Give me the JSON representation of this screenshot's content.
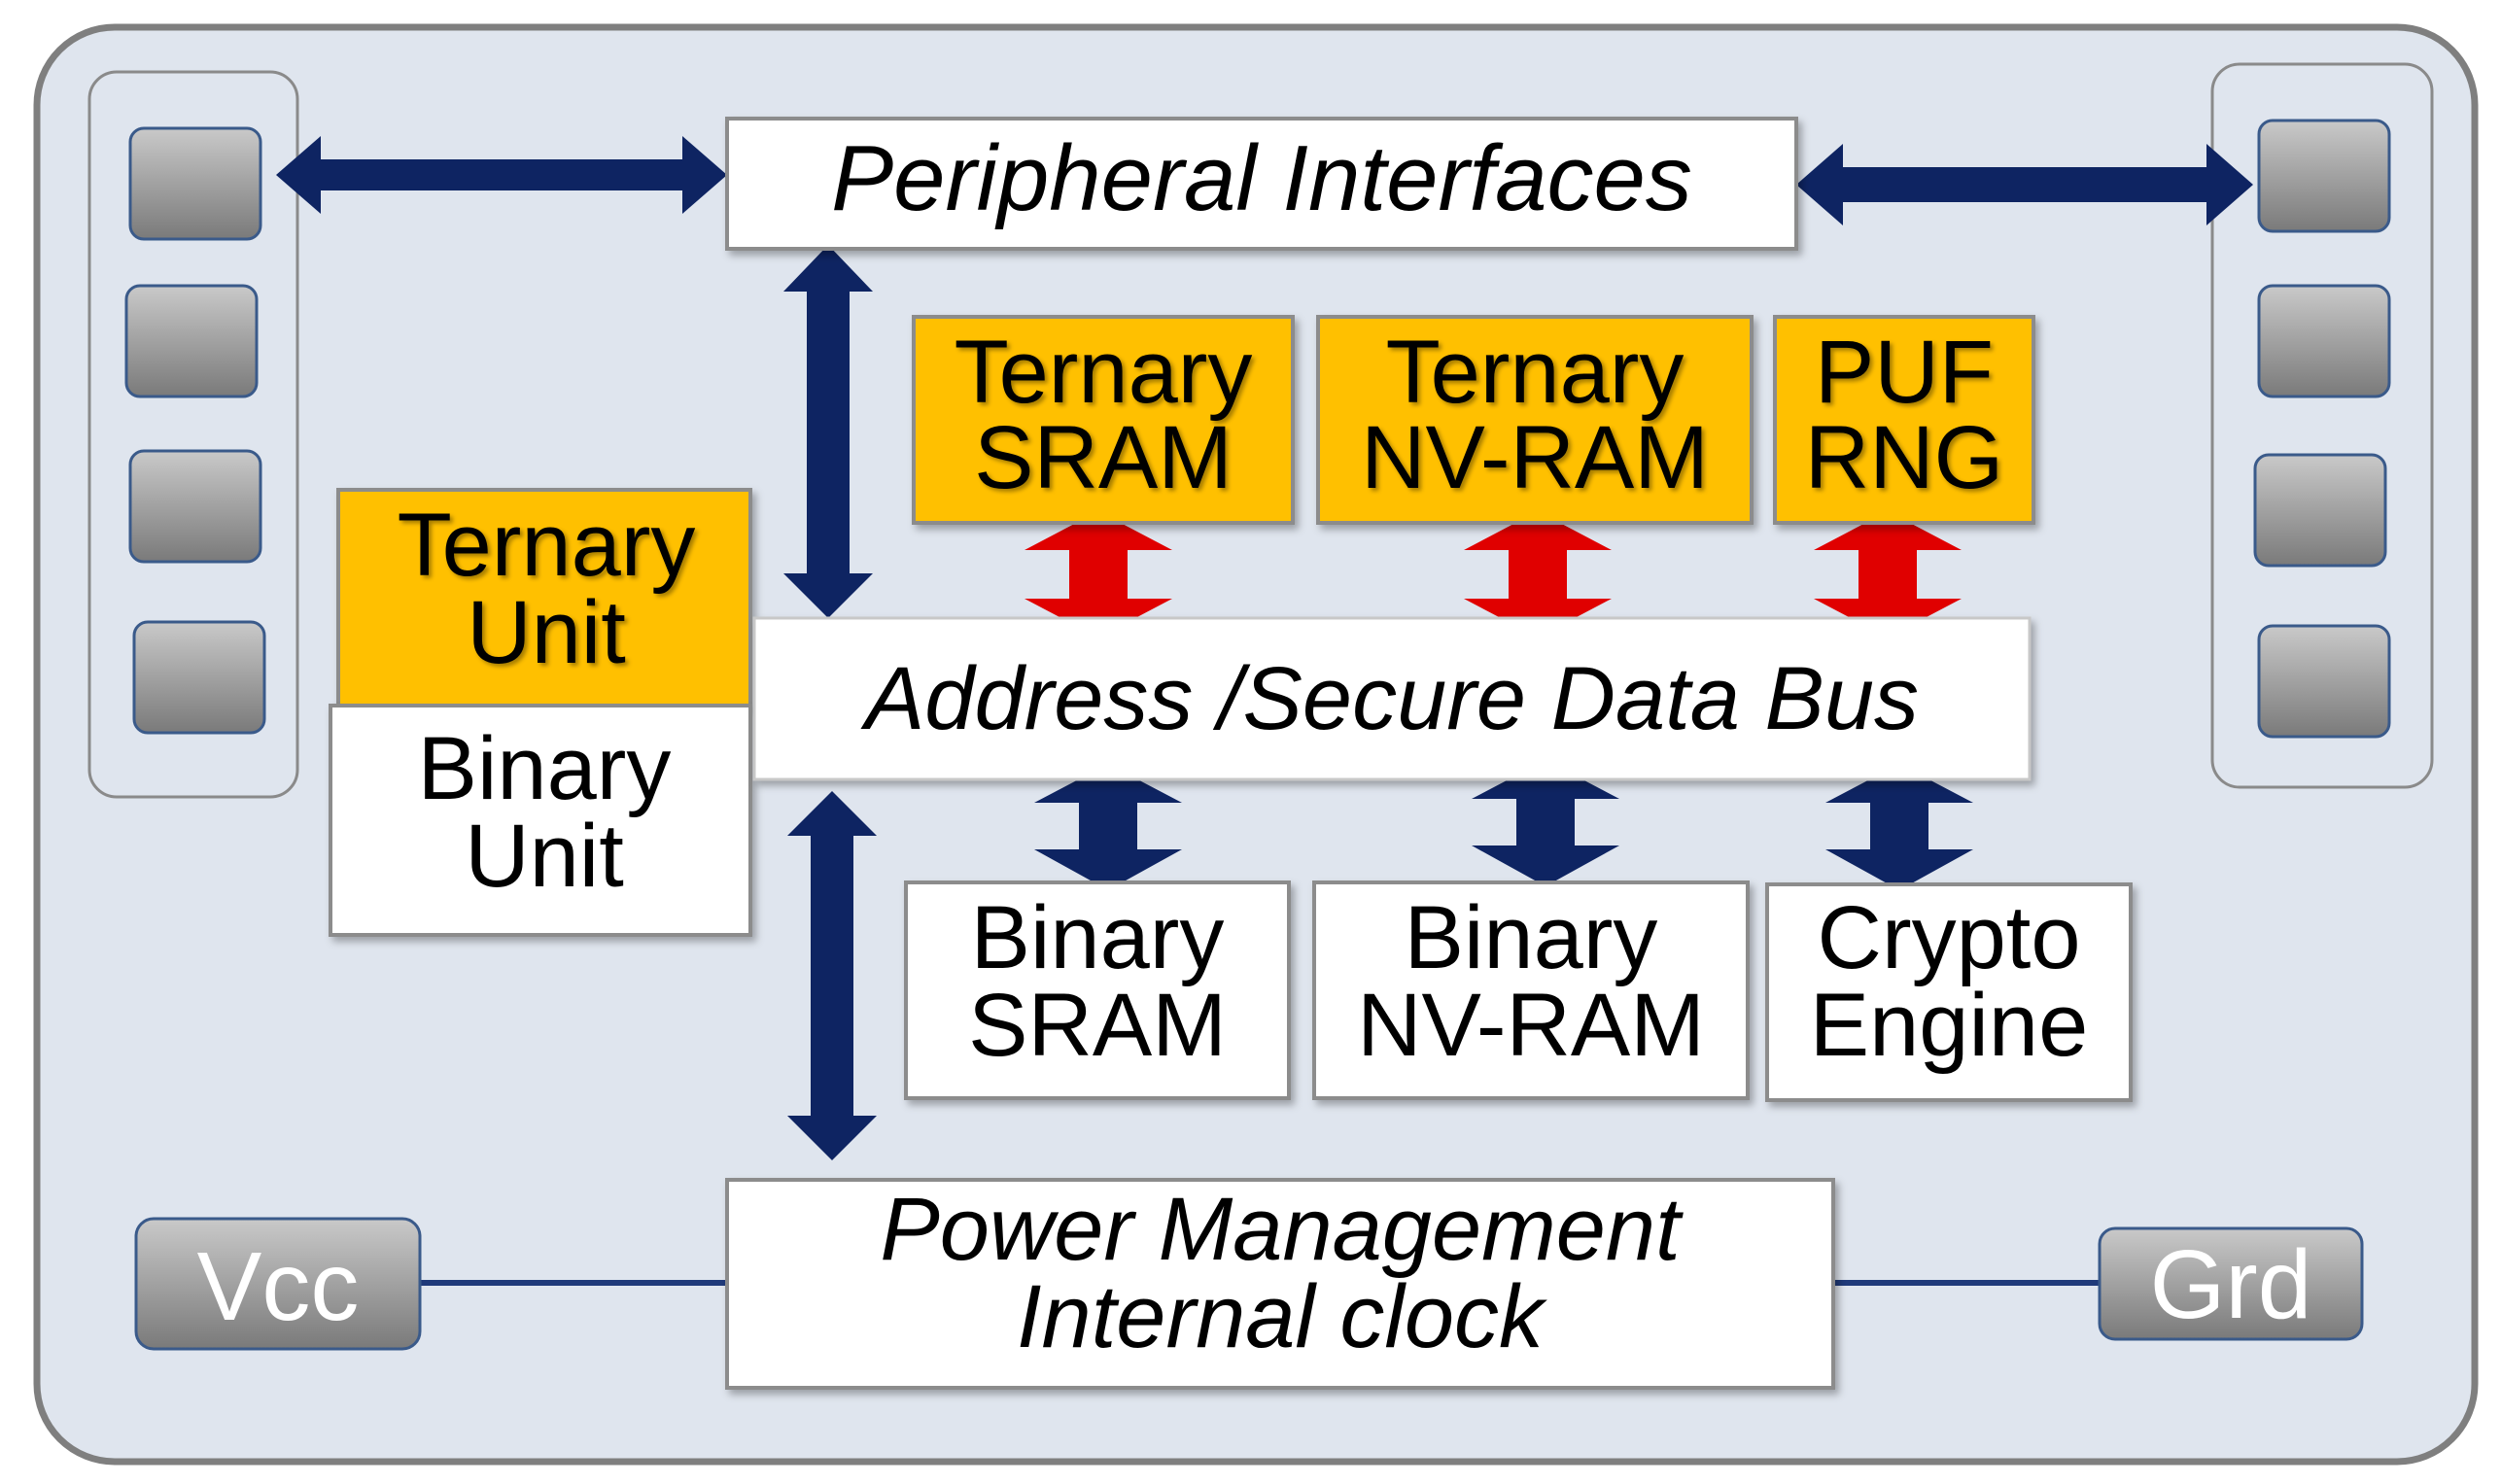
{
  "diagram": {
    "peripheral_interfaces": "Peripheral Interfaces",
    "ternary_sram": {
      "line1": "Ternary",
      "line2": "SRAM"
    },
    "ternary_nvram": {
      "line1": "Ternary",
      "line2": "NV-RAM"
    },
    "puf_rng": {
      "line1": "PUF",
      "line2": "RNG"
    },
    "ternary_unit": {
      "line1": "Ternary",
      "line2": "Unit"
    },
    "binary_unit": {
      "line1": "Binary",
      "line2": "Unit"
    },
    "address_bus": "Address /Secure Data Bus",
    "binary_sram": {
      "line1": "Binary",
      "line2": "SRAM"
    },
    "binary_nvram": {
      "line1": "Binary",
      "line2": "NV-RAM"
    },
    "crypto_engine": {
      "line1": "Crypto",
      "line2": "Engine"
    },
    "power_management": {
      "line1": "Power Management",
      "line2": "Internal clock"
    },
    "vcc": "Vcc",
    "grd": "Grd"
  },
  "colors": {
    "chip_background": "#dfe5ee",
    "chip_border": "#7f7f7f",
    "ternary_fill": "#ffc000",
    "box_fill": "#ffffff",
    "box_border": "#8c8c8c",
    "arrow_navy": "#0e2462",
    "arrow_red": "#e00000",
    "pad_fill": "#9a9a9a",
    "line_navy": "#1f3a7a"
  }
}
